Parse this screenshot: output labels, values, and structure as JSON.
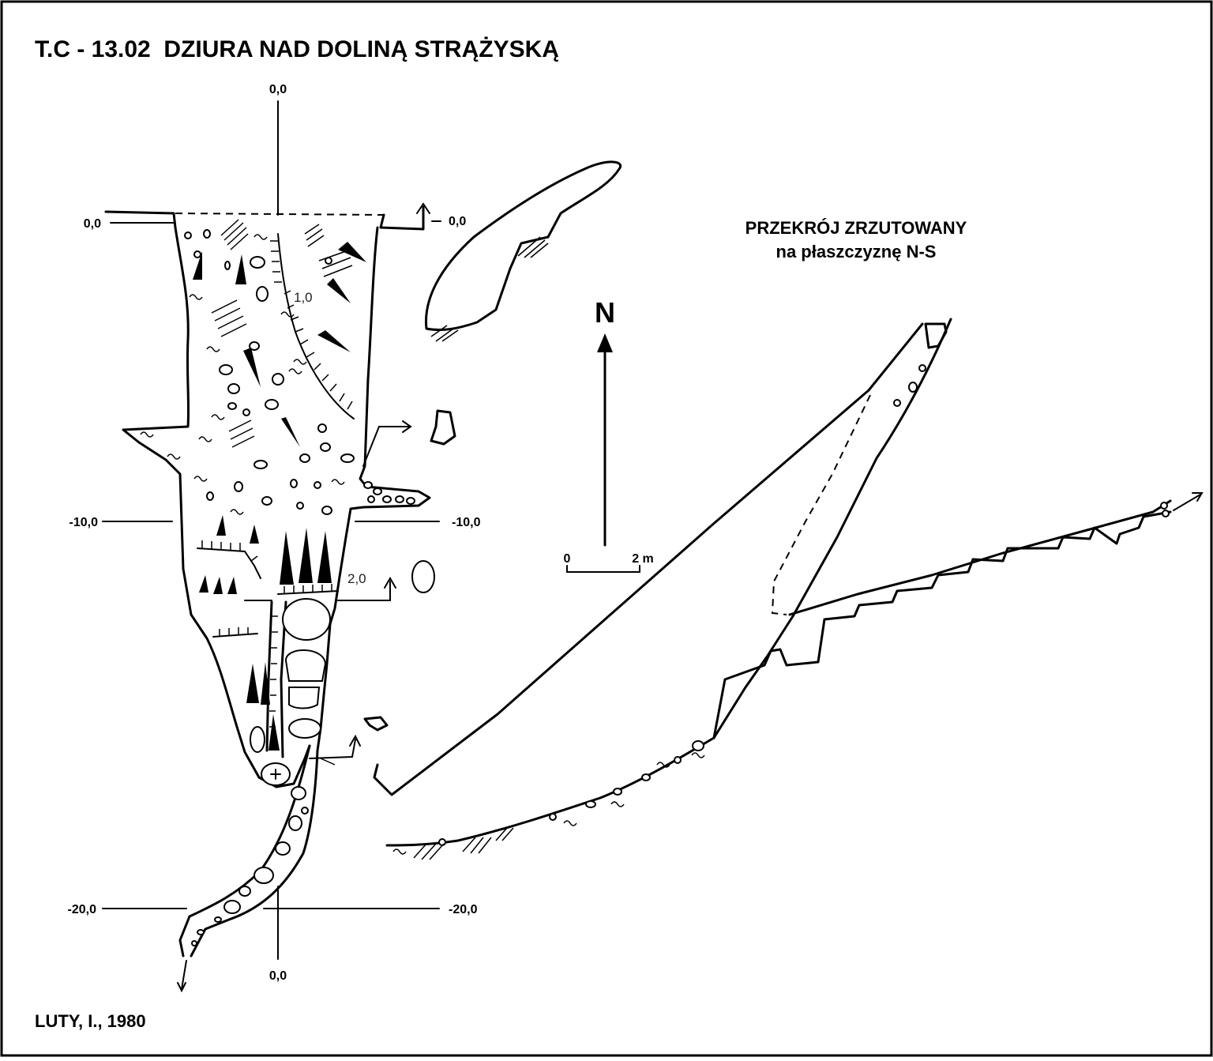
{
  "title": "T.C - 13.02  DZIURA NAD DOLINĄ STRĄŻYSKĄ",
  "author": "LUTY, I., 1980",
  "grid_labels": {
    "top": "0,0",
    "bottom": "0,0",
    "left_0": "0,0",
    "right_0": "0,0",
    "left_10": "-10,0",
    "right_10": "-10,0",
    "left_20": "-20,0",
    "right_20": "-20,0"
  },
  "step_heights": {
    "first": "1,0",
    "second": "2,0"
  },
  "section": {
    "line1": "PRZEKRÓJ ZRZUTOWANY",
    "line2": "na płaszczyznę N-S"
  },
  "north_label": "N",
  "scale": {
    "start": "0",
    "end": "2 m"
  },
  "colors": {
    "ink": "#000000",
    "paper": "#ffffff"
  }
}
